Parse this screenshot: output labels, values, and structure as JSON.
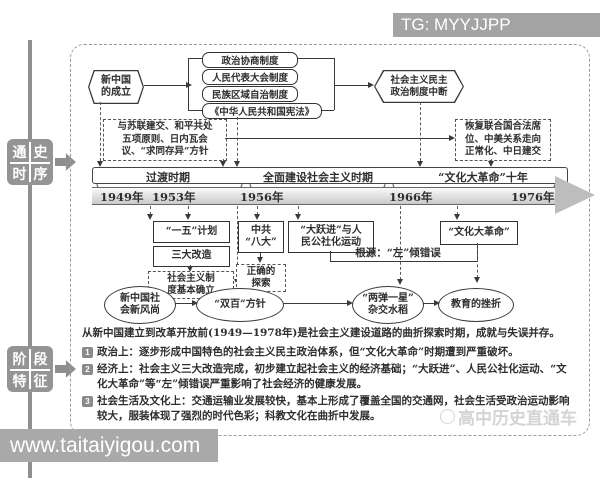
{
  "watermarks": {
    "tg": "TG: MYYJJPP",
    "site": "www.taitaiyigou.com",
    "brand": "高中历史直通车"
  },
  "side_labels": {
    "general": [
      "通",
      "史",
      "时",
      "序"
    ],
    "stage": [
      "阶",
      "段",
      "特",
      "征"
    ]
  },
  "flow": {
    "founding": "新中国\n的成立",
    "institutions": [
      "政治协商制度",
      "人民代表大会制度",
      "民族区域自治制度",
      "《中华人民共和国宪法》"
    ],
    "interruption": "社会主义民主\n政治制度中断",
    "early_diplomacy": "与苏联建交、和平共处\n五项原则、日内瓦会\n议、“求同存异”方针",
    "seventies_diplomacy": "恢复联合国合法席\n位、中美关系走向\n正常化、中日建交"
  },
  "timeline": {
    "periods": [
      "过渡时期",
      "全面建设社会主义时期",
      "“文化大革命”十年"
    ],
    "years": [
      "1949年",
      "1953年",
      "1956年",
      "1966年",
      "1976年"
    ]
  },
  "events": {
    "five_year_plan": "“一五”计划",
    "three_transformations": "三大改造",
    "socialist_system": "社会主义制\n度基本确立",
    "eighth_congress": "中共\n“八大”",
    "correct_exploration": "正确的\n探索",
    "great_leap": "“大跃进”与人\n民公社化运动",
    "root_cause": "根源：“左”倾错误",
    "cultural_revolution": "“文化大革命”"
  },
  "culture": [
    "新中国社\n会新风尚",
    "“双百”方针",
    "“两弹一星”\n杂交水稻",
    "教育的挫折"
  ],
  "summary": {
    "intro": "从新中国建立到改革开放前(1949—1978年)是社会主义建设道路的曲折探索时期，成就与失误并存。",
    "items": [
      {
        "num": "1",
        "text": "政治上：逐步形成中国特色的社会主义民主政治体系，但“文化大革命”时期遭到严重破坏。"
      },
      {
        "num": "2",
        "text": "经济上：社会主义三大改造完成，初步建立起社会主义的经济基础；“大跃进”、人民公社化运动、“文化大革命”等“左”倾错误严重影响了社会经济的健康发展。"
      },
      {
        "num": "3",
        "text": "社会生活及文化上：交通运输业发展较快，基本上形成了覆盖全国的交通网，社会生活受政治运动影响较大，服装体现了强烈的时代色彩；科教文化在曲折中发展。"
      }
    ]
  },
  "colors": {
    "line": "#3a3a3a",
    "gray_accent": "#8f8f8f",
    "watermark_bg": "#a6a6a6",
    "timeline_arrow": "#bdbdbd",
    "brand_watermark": "#d0d0d0"
  }
}
